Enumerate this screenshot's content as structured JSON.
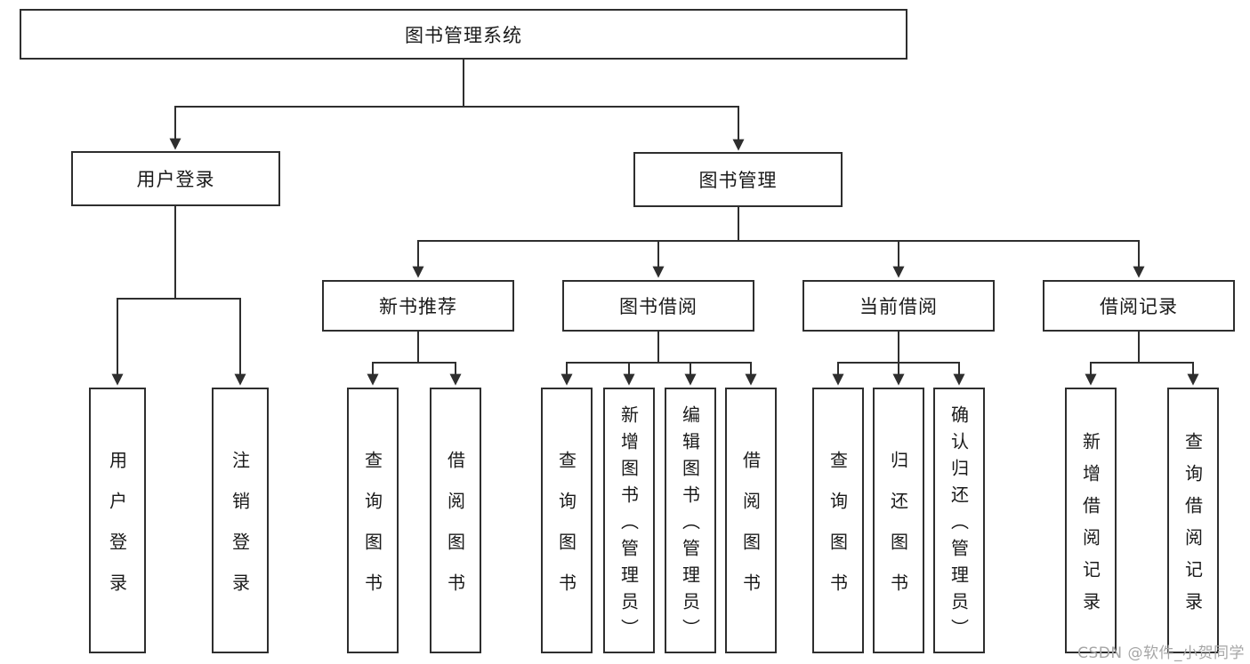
{
  "diagram": {
    "root": {
      "label": "图书管理系统"
    },
    "branches": [
      {
        "label": "用户登录",
        "children": [
          {
            "label": "用户登录"
          },
          {
            "label": "注销登录"
          }
        ]
      },
      {
        "label": "图书管理",
        "children": [
          {
            "label": "新书推荐",
            "children": [
              {
                "label": "查询图书"
              },
              {
                "label": "借阅图书"
              }
            ]
          },
          {
            "label": "图书借阅",
            "children": [
              {
                "label": "查询图书"
              },
              {
                "label": "新增图书（管理员）"
              },
              {
                "label": "编辑图书（管理员）"
              },
              {
                "label": "借阅图书"
              }
            ]
          },
          {
            "label": "当前借阅",
            "children": [
              {
                "label": "查询图书"
              },
              {
                "label": "归还图书"
              },
              {
                "label": "确认归还（管理员）"
              }
            ]
          },
          {
            "label": "借阅记录",
            "children": [
              {
                "label": "新增借阅记录"
              },
              {
                "label": "查询借阅记录"
              }
            ]
          }
        ]
      }
    ]
  },
  "colors": {
    "line": "#2e2e2e",
    "box_border": "#2e2e2e",
    "watermark": "#a6a6a6"
  },
  "watermark": "CSDN @软件_小贺同学"
}
